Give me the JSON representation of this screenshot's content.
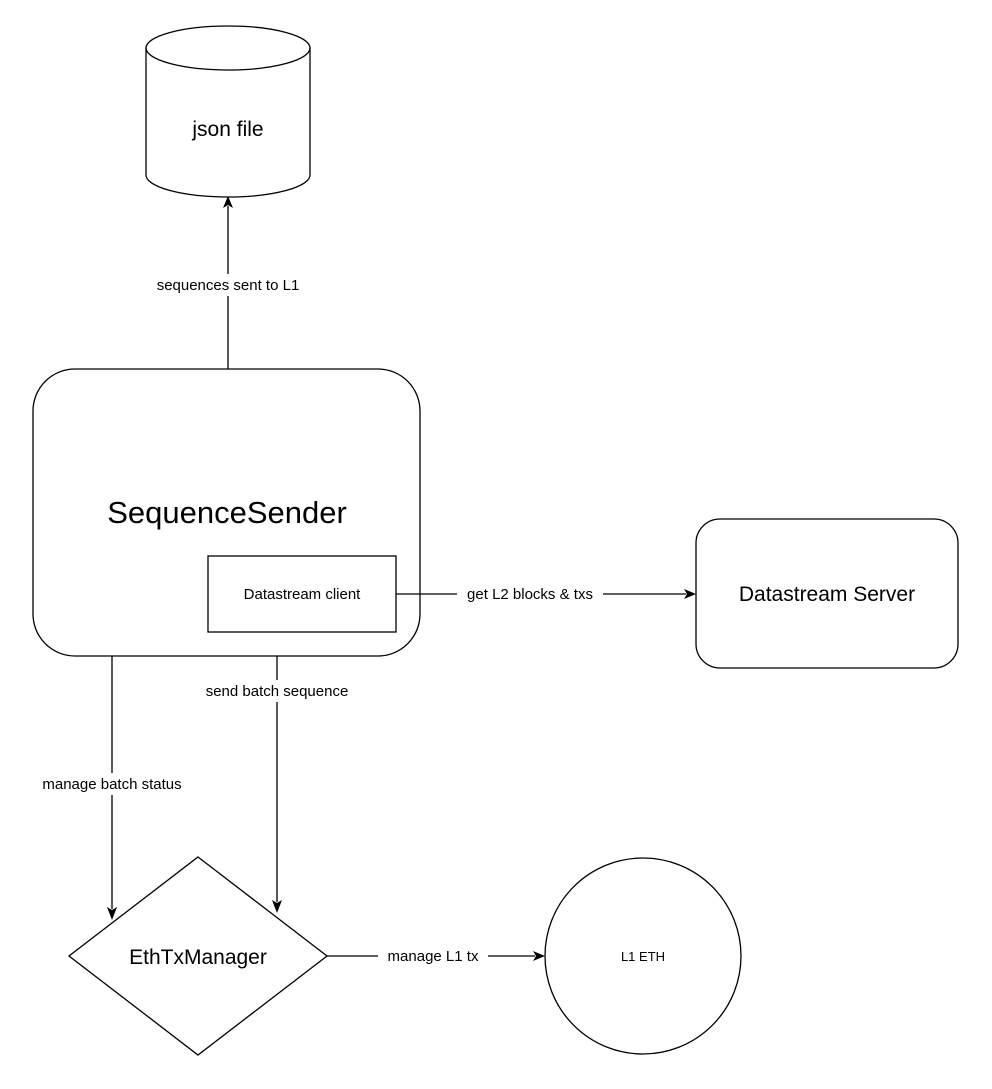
{
  "nodes": {
    "json_file": {
      "label": "json file",
      "shape": "cylinder"
    },
    "sequence_sender": {
      "label": "SequenceSender",
      "shape": "rounded-rectangle"
    },
    "datastream_client": {
      "label": "Datastream client",
      "shape": "rectangle"
    },
    "datastream_server": {
      "label": "Datastream Server",
      "shape": "rounded-rectangle"
    },
    "eth_tx_manager": {
      "label": "EthTxManager",
      "shape": "diamond"
    },
    "l1_eth": {
      "label": "L1 ETH",
      "shape": "circle"
    }
  },
  "edges": {
    "sequences_sent": {
      "label": "sequences sent to L1",
      "from": "SequenceSender",
      "to": "json file"
    },
    "get_l2_blocks": {
      "label": "get L2 blocks & txs",
      "from": "Datastream client",
      "to": "Datastream Server"
    },
    "send_batch_sequence": {
      "label": "send batch sequence",
      "from": "SequenceSender",
      "to": "EthTxManager"
    },
    "manage_batch_status": {
      "label": "manage batch status",
      "from": "SequenceSender",
      "to": "EthTxManager"
    },
    "manage_l1_tx": {
      "label": "manage L1 tx",
      "from": "EthTxManager",
      "to": "L1 ETH"
    }
  },
  "colors": {
    "stroke": "#000000",
    "fill": "#ffffff",
    "text": "#000000"
  }
}
